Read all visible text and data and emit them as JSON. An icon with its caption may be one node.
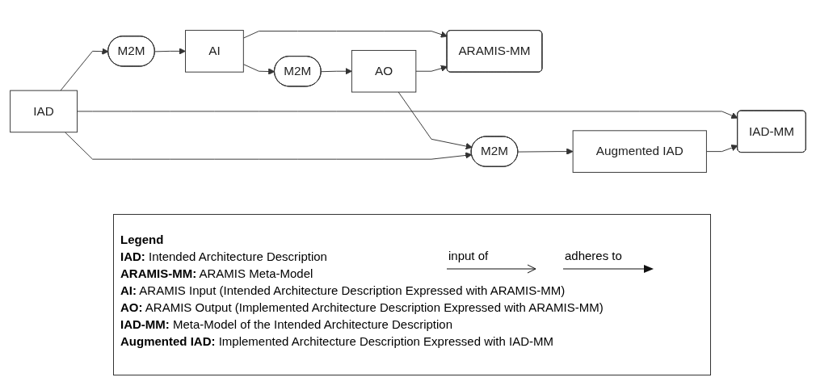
{
  "diagram": {
    "nodes": [
      {
        "text": [
          "IAD"
        ]
      },
      {
        "text": [
          "M2M"
        ]
      },
      {
        "text": [
          "AI"
        ]
      },
      {
        "text": [
          "ARAMIS-MM"
        ]
      },
      {
        "text": [
          "M2M"
        ]
      },
      {
        "text": [
          "AO"
        ]
      },
      {
        "text": [
          "M2M"
        ]
      },
      {
        "text": [
          "Augmented IAD"
        ]
      },
      {
        "text": [
          "IAD-MM"
        ]
      }
    ],
    "edges": [
      {
        "from": 0,
        "to": 1,
        "arrow": "to"
      },
      {
        "from": 1,
        "to": 2,
        "arrow": "to"
      },
      {
        "from": 2,
        "to": 4,
        "arrow": "to"
      },
      {
        "from": 4,
        "to": 5,
        "arrow": "to"
      },
      {
        "from": 5,
        "to": 6,
        "arrow": "to"
      },
      {
        "from": 6,
        "to": 7,
        "arrow": "to"
      },
      {
        "from": 0,
        "to": 6,
        "arrow": "to"
      },
      {
        "from": 2,
        "to": 3,
        "arrow": "to"
      },
      {
        "from": 5,
        "to": 3,
        "arrow": "to"
      },
      {
        "from": 0,
        "to": 8,
        "arrow": "to"
      },
      {
        "from": 7,
        "to": 8,
        "arrow": "to"
      }
    ],
    "labels": [
      "Legend",
      "**IAD:** Intended Architecture Description",
      "**ARAMIS-MM:** ARAMIS Meta-Model",
      "**AI:** ARAMIS Input (Intended Architecture Description Expressed with ARAMIS-MM)",
      "**AO:** ARAMIS Output (Implemented Architecture Description Expressed with ARAMIS-MM)",
      "**IAD-MM:** Meta-Model of the Intended Architecture Description",
      "**Augmented IAD:** Implemented Architecture Description Expressed with IAD-MM"
    ],
    "legend": [
      {
        "text": "input of"
      },
      {
        "text": "adheres to"
      }
    ]
  }
}
